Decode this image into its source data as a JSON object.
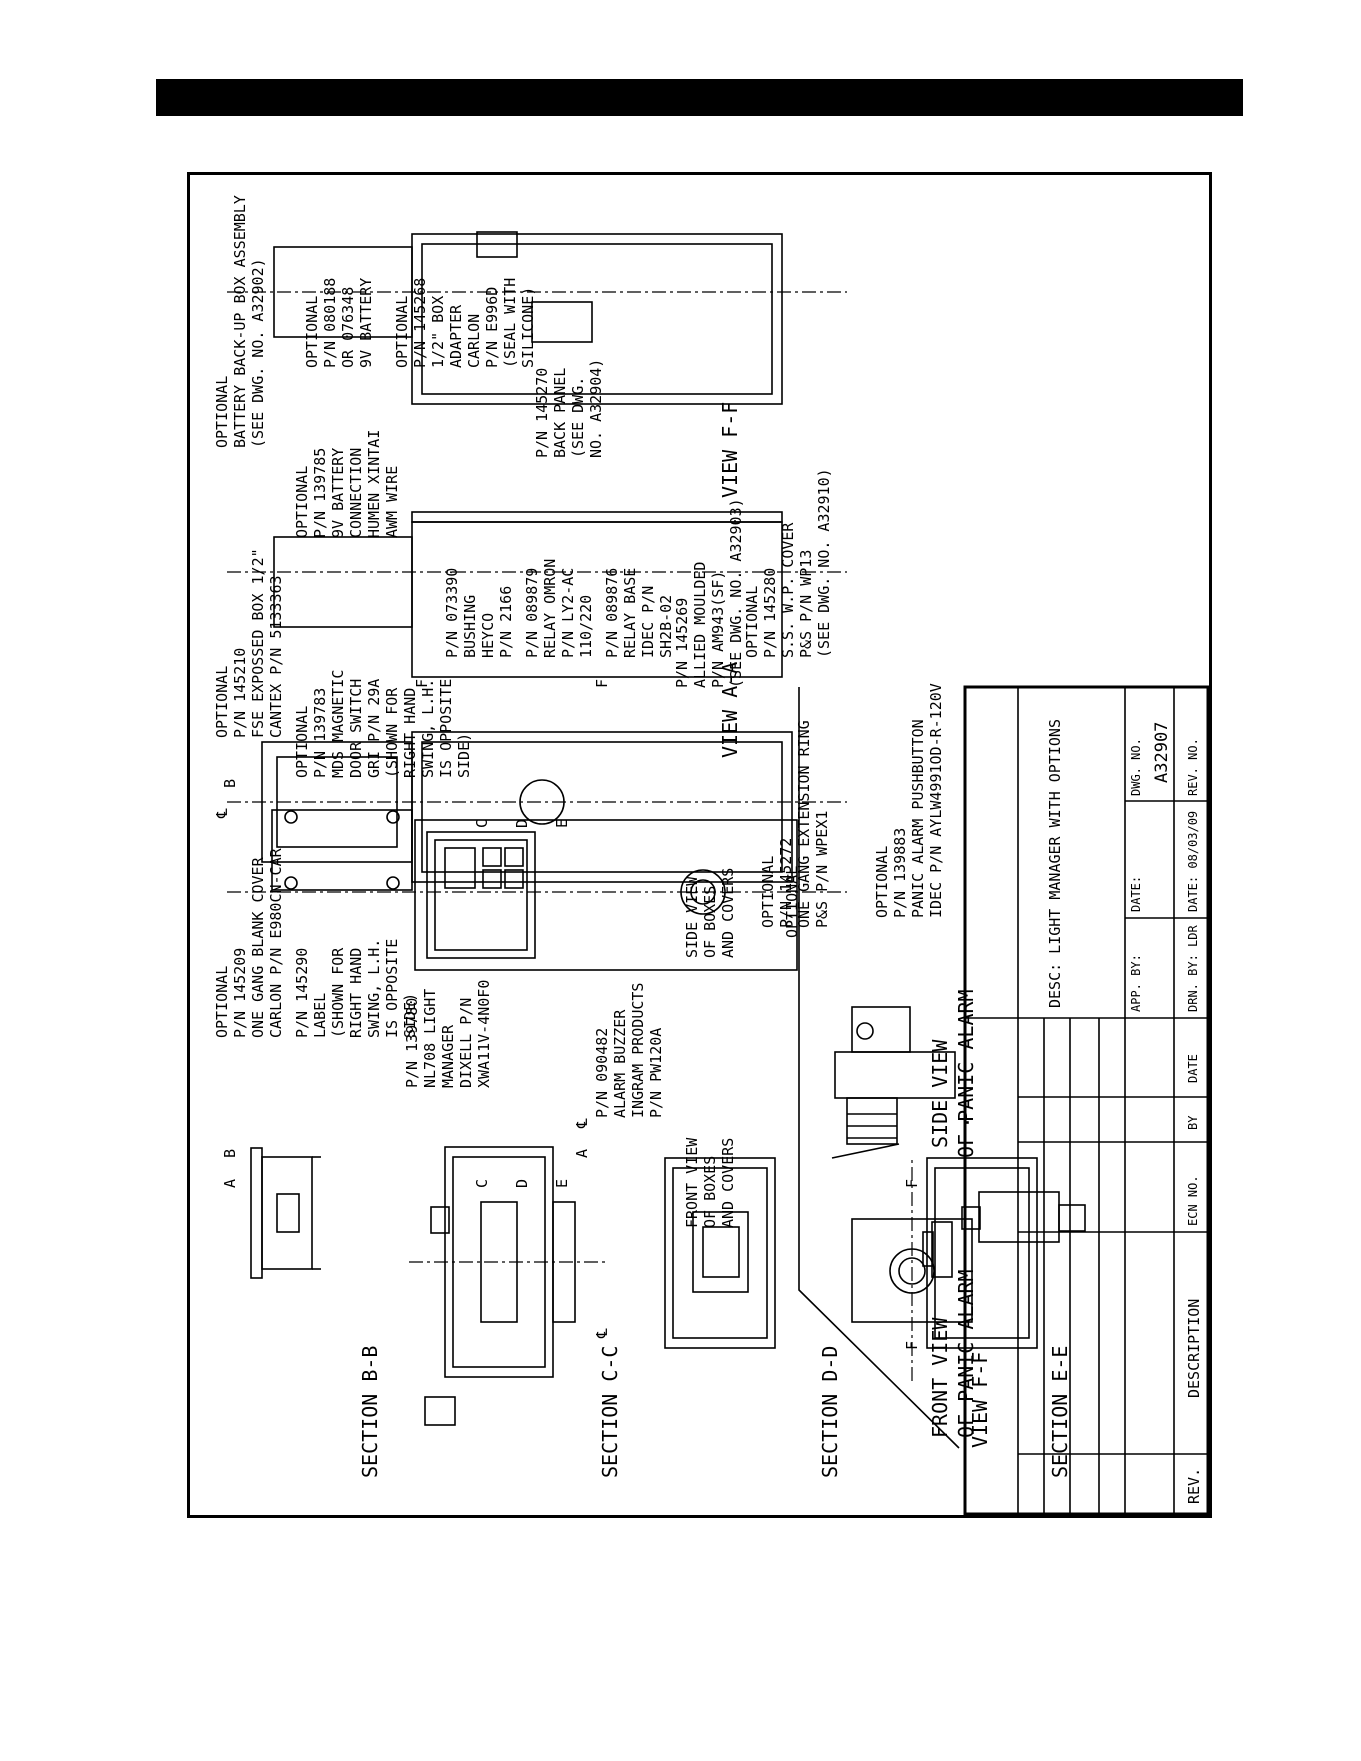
{
  "notes_col1": [
    "OPTIONAL",
    "P/N 145209",
    "ONE GANG BLANK COVER",
    "CARLON P/N E980CN-CAR"
  ],
  "notes_col2": [
    "OPTIONAL",
    "P/N 145210",
    "FSE EXPOSSED BOX 1/2\"",
    "CANTEX P/N 5133363"
  ],
  "notes_col3": [
    "OPTIONAL",
    "BATTERY BACK-UP BOX ASSEMBLY",
    "(SEE DWG. NO. A32902)"
  ],
  "notes_col4": [
    "OPTIONAL",
    "P/N 080188",
    "OR 076348",
    "9V BATTERY"
  ],
  "label_note": [
    "P/N 145290",
    "LABEL",
    "(SHOWN FOR",
    "RIGHT HAND",
    "SWING, L.H.",
    "IS OPPOSITE",
    "SIDE)"
  ],
  "door_switch_note": [
    "OPTIONAL",
    "P/N 139783",
    "MDS MAGNETIC",
    "DOOR SWITCH",
    "GRI P/N 29A",
    "(SHOWN FOR",
    "RIGHT HAND",
    "SWING, L.H.",
    "IS OPPOSITE",
    "SIDE)"
  ],
  "battery_conn_note": [
    "OPTIONAL",
    "P/N 139785",
    "9V BATTERY",
    "CONNECTION",
    "HUMEN XINTAI",
    "AWM WIRE"
  ],
  "adapter_note": [
    "OPTIONAL",
    "P/N 145268",
    "1/2\" BOX",
    "ADAPTER",
    "CARLON",
    "P/N E996D",
    "(SEAL WITH",
    "SILICONE)"
  ],
  "back_panel_note": [
    "P/N 145270",
    "BACK PANEL",
    "(SEE DWG.",
    "NO. A32904)"
  ],
  "light_manager_note": [
    "P/N 139780",
    "NL708 LIGHT",
    "MANAGER",
    "DIXELL P/N",
    "XWA11V-4N0F0"
  ],
  "buzzer_note": [
    "P/N 090482",
    "ALARM BUZZER",
    "INGRAM PRODUCTS",
    "P/N PW120A"
  ],
  "bushing_note": [
    "P/N 073390",
    "BUSHING",
    "HEYCO",
    "P/N 2166"
  ],
  "relay_note": [
    "P/N 089879",
    "RELAY OMRON",
    "P/N LY2-AC",
    "110/220"
  ],
  "relay_base_note": [
    "P/N 089876",
    "RELAY BASE",
    "IDEC P/N",
    "SH2B-02"
  ],
  "moulded_note": [
    "P/N 145269",
    "ALLIED MOULDED",
    "P/N AM943(SF)",
    "(SEE DWG. NO. A32903)"
  ],
  "extension_ring_note": [
    "OPTIONAL",
    "P/N 145272",
    "ONE GANG EXTENSION RING",
    "P&S P/N WPEX1"
  ],
  "wp_cover_note": [
    "OPTIONAL",
    "P/N 145280",
    "S.S. W.P. COVER",
    "P&S P/N WP13",
    "(SEE DWG. NO. A32910)"
  ],
  "pushbutton_note": [
    "OPTIONAL",
    "P/N 139883",
    "PANIC ALARM PUSHBUTTON",
    "IDEC P/N AYLW4991OD-R-120V"
  ],
  "front_view_boxes": [
    "FRONT VIEW",
    "OF BOXES",
    "AND COVERS"
  ],
  "side_view_boxes": [
    "SIDE VIEW",
    "OF BOXES",
    "AND COVERS"
  ],
  "front_view_alarm": [
    "FRONT VIEW",
    "OF PANIC ALARM"
  ],
  "side_view_alarm": [
    "SIDE VIEW",
    "OF PANIC ALARM"
  ],
  "view_aa": "VIEW A-A",
  "view_ff_1": "VIEW F-F",
  "view_ff_2": "VIEW F-F",
  "sections": [
    "SECTION B-B",
    "SECTION C-C",
    "SECTION D-D",
    "SECTION E-E"
  ],
  "section_letters": {
    "a": "A",
    "b": "B",
    "c": "C",
    "d": "D",
    "e": "E",
    "f": "F",
    "cl": "℄"
  },
  "title_block": {
    "rev_header": "REV.",
    "description_header": "DESCRIPTION",
    "ecn_header": "ECN NO.",
    "by_header": "BY",
    "date_header": "DATE",
    "description": "DESC: LIGHT MANAGER WITH OPTIONS",
    "app_by": "APP. BY:",
    "date_label": "DATE:",
    "drn_by": "DRN. BY: LDR",
    "drn_date": "DATE: 08/03/09",
    "dwg_no_label": "DWG. NO.",
    "dwg_no": "A32907",
    "rev_no_label": "REV. NO."
  }
}
